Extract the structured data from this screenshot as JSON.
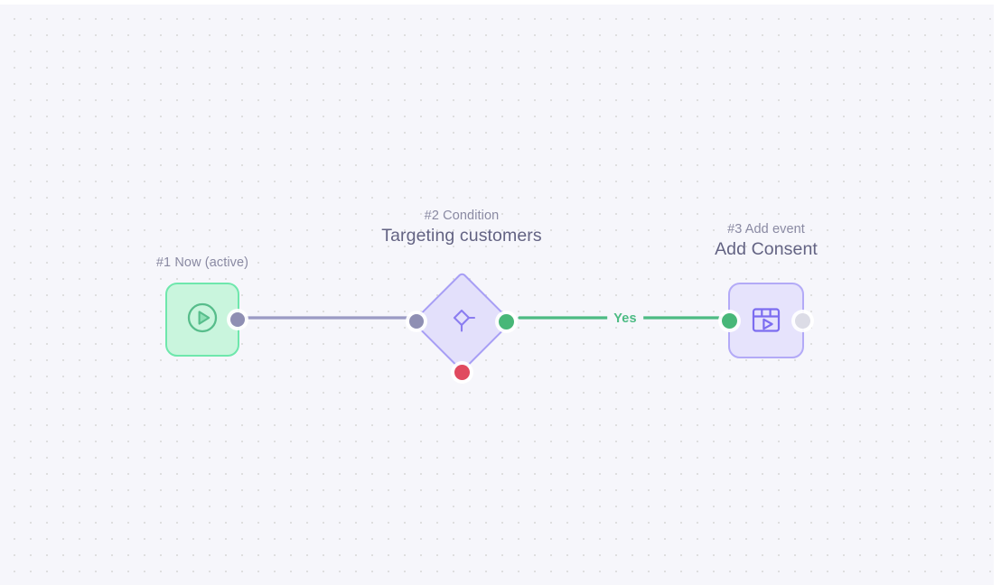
{
  "canvas": {
    "background_color": "#f6f6fb",
    "dot_color": "#dededf"
  },
  "nodes": [
    {
      "id": "node-1",
      "step": "#1 Now (active)",
      "title": "",
      "type": "trigger",
      "icon": "play-circle-icon",
      "fill_color": "#c9f5dd",
      "border_color": "#6ee7ac"
    },
    {
      "id": "node-2",
      "step": "#2 Condition",
      "title": "Targeting customers",
      "type": "condition",
      "icon": "condition-branch-icon",
      "fill_color": "#e3e0fb",
      "border_color": "#a79ef5"
    },
    {
      "id": "node-3",
      "step": "#3 Add event",
      "title": "Add Consent",
      "type": "action",
      "icon": "clapperboard-play-icon",
      "fill_color": "#e6e3fc",
      "border_color": "#b3aaf7"
    }
  ],
  "edges": [
    {
      "id": "edge-1",
      "from": "node-1",
      "to": "node-2",
      "label": "",
      "color": "#9a9ac4"
    },
    {
      "id": "edge-2",
      "from": "node-2",
      "to": "node-3",
      "label": "Yes",
      "color": "#4cbb83"
    }
  ],
  "handles": {
    "trigger_source": "source-handle",
    "condition_target": "target-handle",
    "condition_yes": "yes-source-handle",
    "condition_no": "no-source-handle",
    "action_target": "target-handle",
    "action_source": "source-handle-idle"
  }
}
